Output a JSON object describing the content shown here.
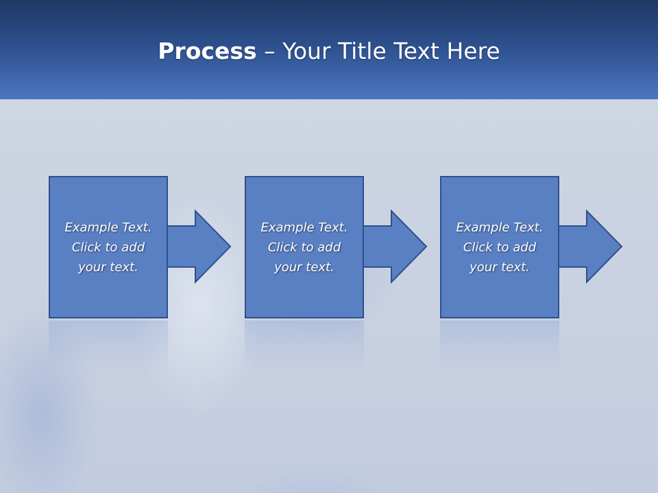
{
  "title": {
    "bold": "Process",
    "rest": " – Your Title Text Here"
  },
  "steps": [
    {
      "text": "Example Text.\nClick  to add\nyour text."
    },
    {
      "text": "Example Text.\nClick  to add\nyour text."
    },
    {
      "text": "Example Text.\nClick  to add\nyour text."
    }
  ],
  "colors": {
    "box_fill": "#5a80c4",
    "box_border": "#2f4f8a",
    "title_bar": "#2d4f8c"
  }
}
